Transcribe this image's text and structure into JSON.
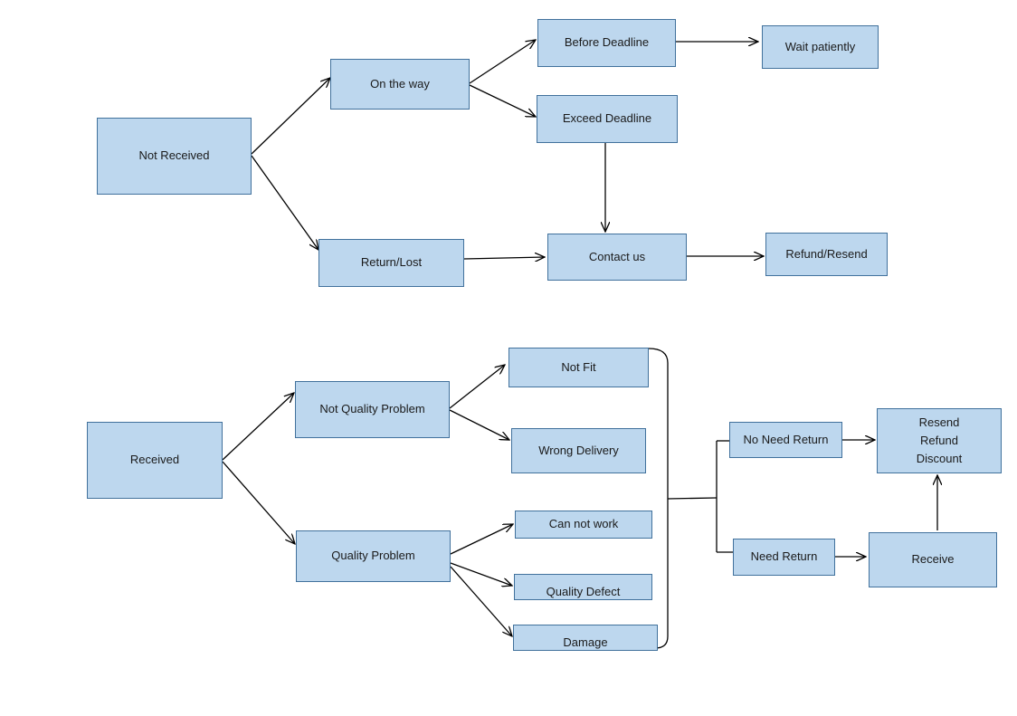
{
  "nodes": {
    "not_received": "Not Received",
    "on_the_way": "On the way",
    "before_deadline": "Before Deadline",
    "wait_patiently": "Wait patiently",
    "exceed_deadline": "Exceed Deadline",
    "return_lost": "Return/Lost",
    "contact_us": "Contact us",
    "refund_resend": "Refund/Resend",
    "received": "Received",
    "not_quality_problem": "Not Quality Problem",
    "quality_problem": "Quality Problem",
    "not_fit": "Not Fit",
    "wrong_delivery": "Wrong Delivery",
    "can_not_work": "Can not work",
    "quality_defect": "Quality Defect",
    "damage": "Damage",
    "no_need_return": "No Need Return",
    "need_return": "Need Return",
    "resend_refund_discount": "Resend\nRefund\nDiscount",
    "receive": "Receive"
  },
  "colors": {
    "node_fill": "#bdd7ee",
    "node_border": "#41719c",
    "line": "#000000"
  }
}
